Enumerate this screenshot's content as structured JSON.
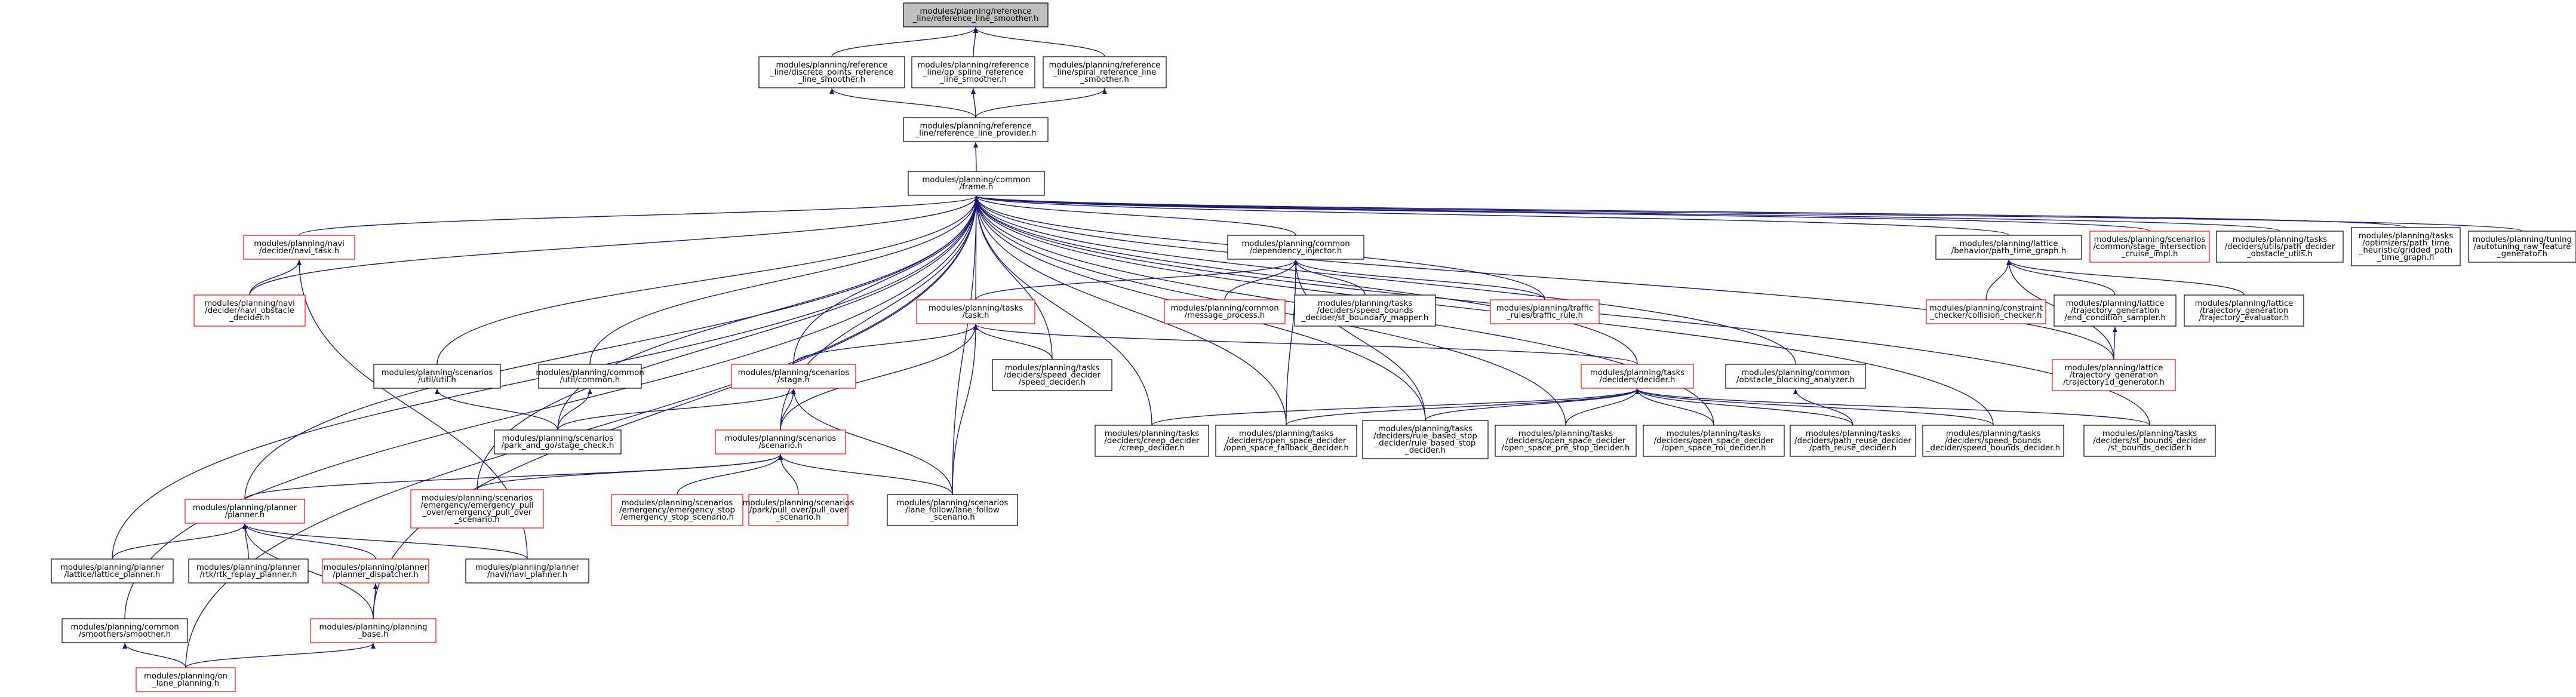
{
  "colors": {
    "edge": "#191970",
    "black": "#000000",
    "red": "#ff0000",
    "root_fill": "#bfbfbf",
    "fill": "#ffffff"
  },
  "nodes": [
    {
      "id": "n0",
      "lines": [
        "modules/planning/reference",
        "_line/reference_line_smoother.h"
      ],
      "style": "root"
    },
    {
      "id": "n1",
      "lines": [
        "modules/planning/reference",
        "_line/discrete_points_reference",
        "_line_smoother.h"
      ],
      "style": "black"
    },
    {
      "id": "n2",
      "lines": [
        "modules/planning/reference",
        "_line/qp_spline_reference",
        "_line_smoother.h"
      ],
      "style": "black"
    },
    {
      "id": "n3",
      "lines": [
        "modules/planning/reference",
        "_line/spiral_reference_line",
        "_smoother.h"
      ],
      "style": "black"
    },
    {
      "id": "n4",
      "lines": [
        "modules/planning/reference",
        "_line/reference_line_provider.h"
      ],
      "style": "black"
    },
    {
      "id": "n5",
      "lines": [
        "modules/planning/common",
        "/frame.h"
      ],
      "style": "black"
    },
    {
      "id": "n6",
      "lines": [
        "modules/planning/navi",
        "/decider/navi_task.h"
      ],
      "style": "red"
    },
    {
      "id": "n7",
      "lines": [
        "modules/planning/navi",
        "/decider/navi_obstacle",
        "_decider.h"
      ],
      "style": "red"
    },
    {
      "id": "n8",
      "lines": [
        "modules/planning/common",
        "/dependency_injector.h"
      ],
      "style": "black"
    },
    {
      "id": "n9",
      "lines": [
        "modules/planning/tasks",
        "/task.h"
      ],
      "style": "red"
    },
    {
      "id": "n10",
      "lines": [
        "modules/planning/common",
        "/message_process.h"
      ],
      "style": "red"
    },
    {
      "id": "n11",
      "lines": [
        "modules/planning/tasks",
        "/deciders/speed_bounds",
        "_decider/st_boundary_mapper.h"
      ],
      "style": "black"
    },
    {
      "id": "n12",
      "lines": [
        "modules/planning/traffic",
        "_rules/traffic_rule.h"
      ],
      "style": "red"
    },
    {
      "id": "n13",
      "lines": [
        "modules/planning/lattice",
        "/behavior/path_time_graph.h"
      ],
      "style": "black"
    },
    {
      "id": "n14",
      "lines": [
        "modules/planning/scenarios",
        "/common/stage_intersection",
        "_cruise_impl.h"
      ],
      "style": "red"
    },
    {
      "id": "n15",
      "lines": [
        "modules/planning/tasks",
        "/deciders/utils/path_decider",
        "_obstacle_utils.h"
      ],
      "style": "black"
    },
    {
      "id": "n16",
      "lines": [
        "modules/planning/tasks",
        "/optimizers/path_time",
        "_heuristic/gridded_path",
        "_time_graph.h"
      ],
      "style": "black"
    },
    {
      "id": "n17",
      "lines": [
        "modules/planning/tuning",
        "/autotuning_raw_feature",
        "_generator.h"
      ],
      "style": "black"
    },
    {
      "id": "n18",
      "lines": [
        "modules/planning/constraint",
        "_checker/collision_checker.h"
      ],
      "style": "red"
    },
    {
      "id": "n19",
      "lines": [
        "modules/planning/lattice",
        "/trajectory_generation",
        "/end_condition_sampler.h"
      ],
      "style": "black"
    },
    {
      "id": "n20",
      "lines": [
        "modules/planning/lattice",
        "/trajectory_generation",
        "/trajectory_evaluator.h"
      ],
      "style": "black"
    },
    {
      "id": "n21",
      "lines": [
        "modules/planning/lattice",
        "/trajectory_generation",
        "/trajectory1d_generator.h"
      ],
      "style": "red"
    },
    {
      "id": "n22",
      "lines": [
        "modules/planning/scenarios",
        "/util/util.h"
      ],
      "style": "black"
    },
    {
      "id": "n23",
      "lines": [
        "modules/planning/common",
        "/util/common.h"
      ],
      "style": "black"
    },
    {
      "id": "n24",
      "lines": [
        "modules/planning/scenarios",
        "/stage.h"
      ],
      "style": "red"
    },
    {
      "id": "n25",
      "lines": [
        "modules/planning/tasks",
        "/deciders/speed_decider",
        "/speed_decider.h"
      ],
      "style": "black"
    },
    {
      "id": "n26",
      "lines": [
        "modules/planning/tasks",
        "/deciders/decider.h"
      ],
      "style": "red"
    },
    {
      "id": "n27",
      "lines": [
        "modules/planning/common",
        "/obstacle_blocking_analyzer.h"
      ],
      "style": "black"
    },
    {
      "id": "n28",
      "lines": [
        "modules/planning/scenarios",
        "/park_and_go/stage_check.h"
      ],
      "style": "black"
    },
    {
      "id": "n29",
      "lines": [
        "modules/planning/scenarios",
        "/scenario.h"
      ],
      "style": "red"
    },
    {
      "id": "n30",
      "lines": [
        "modules/planning/tasks",
        "/deciders/creep_decider",
        "/creep_decider.h"
      ],
      "style": "black"
    },
    {
      "id": "n31",
      "lines": [
        "modules/planning/tasks",
        "/deciders/open_space_decider",
        "/open_space_fallback_decider.h"
      ],
      "style": "black"
    },
    {
      "id": "n32",
      "lines": [
        "modules/planning/tasks",
        "/deciders/rule_based_stop",
        "_decider/rule_based_stop",
        "_decider.h"
      ],
      "style": "black"
    },
    {
      "id": "n33",
      "lines": [
        "modules/planning/tasks",
        "/deciders/open_space_decider",
        "/open_space_pre_stop_decider.h"
      ],
      "style": "black"
    },
    {
      "id": "n34",
      "lines": [
        "modules/planning/tasks",
        "/deciders/open_space_decider",
        "/open_space_roi_decider.h"
      ],
      "style": "black"
    },
    {
      "id": "n35",
      "lines": [
        "modules/planning/tasks",
        "/deciders/path_reuse_decider",
        "/path_reuse_decider.h"
      ],
      "style": "black"
    },
    {
      "id": "n36",
      "lines": [
        "modules/planning/tasks",
        "/deciders/speed_bounds",
        "_decider/speed_bounds_decider.h"
      ],
      "style": "black"
    },
    {
      "id": "n37",
      "lines": [
        "modules/planning/tasks",
        "/deciders/st_bounds_decider",
        "/st_bounds_decider.h"
      ],
      "style": "black"
    },
    {
      "id": "n38",
      "lines": [
        "modules/planning/planner",
        "/planner.h"
      ],
      "style": "red"
    },
    {
      "id": "n39",
      "lines": [
        "modules/planning/scenarios",
        "/emergency/emergency_pull",
        "_over/emergency_pull_over",
        "_scenario.h"
      ],
      "style": "red"
    },
    {
      "id": "n40",
      "lines": [
        "modules/planning/scenarios",
        "/emergency/emergency_stop",
        "/emergency_stop_scenario.h"
      ],
      "style": "red"
    },
    {
      "id": "n41",
      "lines": [
        "modules/planning/scenarios",
        "/park/pull_over/pull_over",
        "_scenario.h"
      ],
      "style": "red"
    },
    {
      "id": "n42",
      "lines": [
        "modules/planning/scenarios",
        "/lane_follow/lane_follow",
        "_scenario.h"
      ],
      "style": "black"
    },
    {
      "id": "n43",
      "lines": [
        "modules/planning/planner",
        "/lattice/lattice_planner.h"
      ],
      "style": "black"
    },
    {
      "id": "n44",
      "lines": [
        "modules/planning/planner",
        "/rtk/rtk_replay_planner.h"
      ],
      "style": "black"
    },
    {
      "id": "n45",
      "lines": [
        "modules/planning/planner",
        "/planner_dispatcher.h"
      ],
      "style": "red"
    },
    {
      "id": "n46",
      "lines": [
        "modules/planning/planner",
        "/navi/navi_planner.h"
      ],
      "style": "black"
    },
    {
      "id": "n47",
      "lines": [
        "modules/planning/common",
        "/smoothers/smoother.h"
      ],
      "style": "black"
    },
    {
      "id": "n48",
      "lines": [
        "modules/planning/planning",
        "_base.h"
      ],
      "style": "red"
    },
    {
      "id": "n49",
      "lines": [
        "modules/planning/on",
        "_lane_planning.h"
      ],
      "style": "red"
    }
  ],
  "edges": [
    [
      "n1",
      "n0"
    ],
    [
      "n2",
      "n0"
    ],
    [
      "n3",
      "n0"
    ],
    [
      "n4",
      "n1"
    ],
    [
      "n4",
      "n2"
    ],
    [
      "n4",
      "n3"
    ],
    [
      "n5",
      "n4"
    ],
    [
      "n6",
      "n5"
    ],
    [
      "n7",
      "n5"
    ],
    [
      "n8",
      "n5"
    ],
    [
      "n9",
      "n5"
    ],
    [
      "n12",
      "n5"
    ],
    [
      "n13",
      "n5"
    ],
    [
      "n14",
      "n5"
    ],
    [
      "n15",
      "n5"
    ],
    [
      "n16",
      "n5"
    ],
    [
      "n17",
      "n5"
    ],
    [
      "n22",
      "n5"
    ],
    [
      "n23",
      "n5"
    ],
    [
      "n24",
      "n5"
    ],
    [
      "n25",
      "n5"
    ],
    [
      "n26",
      "n5"
    ],
    [
      "n27",
      "n5"
    ],
    [
      "n28",
      "n5"
    ],
    [
      "n29",
      "n5"
    ],
    [
      "n30",
      "n5"
    ],
    [
      "n31",
      "n5"
    ],
    [
      "n32",
      "n5"
    ],
    [
      "n33",
      "n5"
    ],
    [
      "n34",
      "n5"
    ],
    [
      "n36",
      "n5"
    ],
    [
      "n37",
      "n5"
    ],
    [
      "n38",
      "n5"
    ],
    [
      "n39",
      "n5"
    ],
    [
      "n42",
      "n5"
    ],
    [
      "n43",
      "n5"
    ],
    [
      "n47",
      "n5"
    ],
    [
      "n48",
      "n5"
    ],
    [
      "n49",
      "n5"
    ],
    [
      "n21",
      "n5"
    ],
    [
      "n7",
      "n6"
    ],
    [
      "n46",
      "n6"
    ],
    [
      "n9",
      "n8"
    ],
    [
      "n10",
      "n8"
    ],
    [
      "n11",
      "n8"
    ],
    [
      "n12",
      "n8"
    ],
    [
      "n31",
      "n8"
    ],
    [
      "n32",
      "n8"
    ],
    [
      "n24",
      "n9"
    ],
    [
      "n25",
      "n9"
    ],
    [
      "n26",
      "n9"
    ],
    [
      "n29",
      "n9"
    ],
    [
      "n42",
      "n9"
    ],
    [
      "n18",
      "n13"
    ],
    [
      "n19",
      "n13"
    ],
    [
      "n20",
      "n13"
    ],
    [
      "n21",
      "n13"
    ],
    [
      "n21",
      "n19"
    ],
    [
      "n28",
      "n22"
    ],
    [
      "n28",
      "n23"
    ],
    [
      "n28",
      "n24"
    ],
    [
      "n29",
      "n24"
    ],
    [
      "n42",
      "n24"
    ],
    [
      "n30",
      "n26"
    ],
    [
      "n31",
      "n26"
    ],
    [
      "n32",
      "n26"
    ],
    [
      "n33",
      "n26"
    ],
    [
      "n34",
      "n26"
    ],
    [
      "n35",
      "n26"
    ],
    [
      "n36",
      "n26"
    ],
    [
      "n37",
      "n26"
    ],
    [
      "n35",
      "n27"
    ],
    [
      "n38",
      "n29"
    ],
    [
      "n39",
      "n29"
    ],
    [
      "n40",
      "n29"
    ],
    [
      "n41",
      "n29"
    ],
    [
      "n42",
      "n29"
    ],
    [
      "n43",
      "n38"
    ],
    [
      "n44",
      "n38"
    ],
    [
      "n45",
      "n38"
    ],
    [
      "n46",
      "n38"
    ],
    [
      "n48",
      "n38"
    ],
    [
      "n48",
      "n45"
    ],
    [
      "n49",
      "n47"
    ],
    [
      "n49",
      "n48"
    ]
  ]
}
